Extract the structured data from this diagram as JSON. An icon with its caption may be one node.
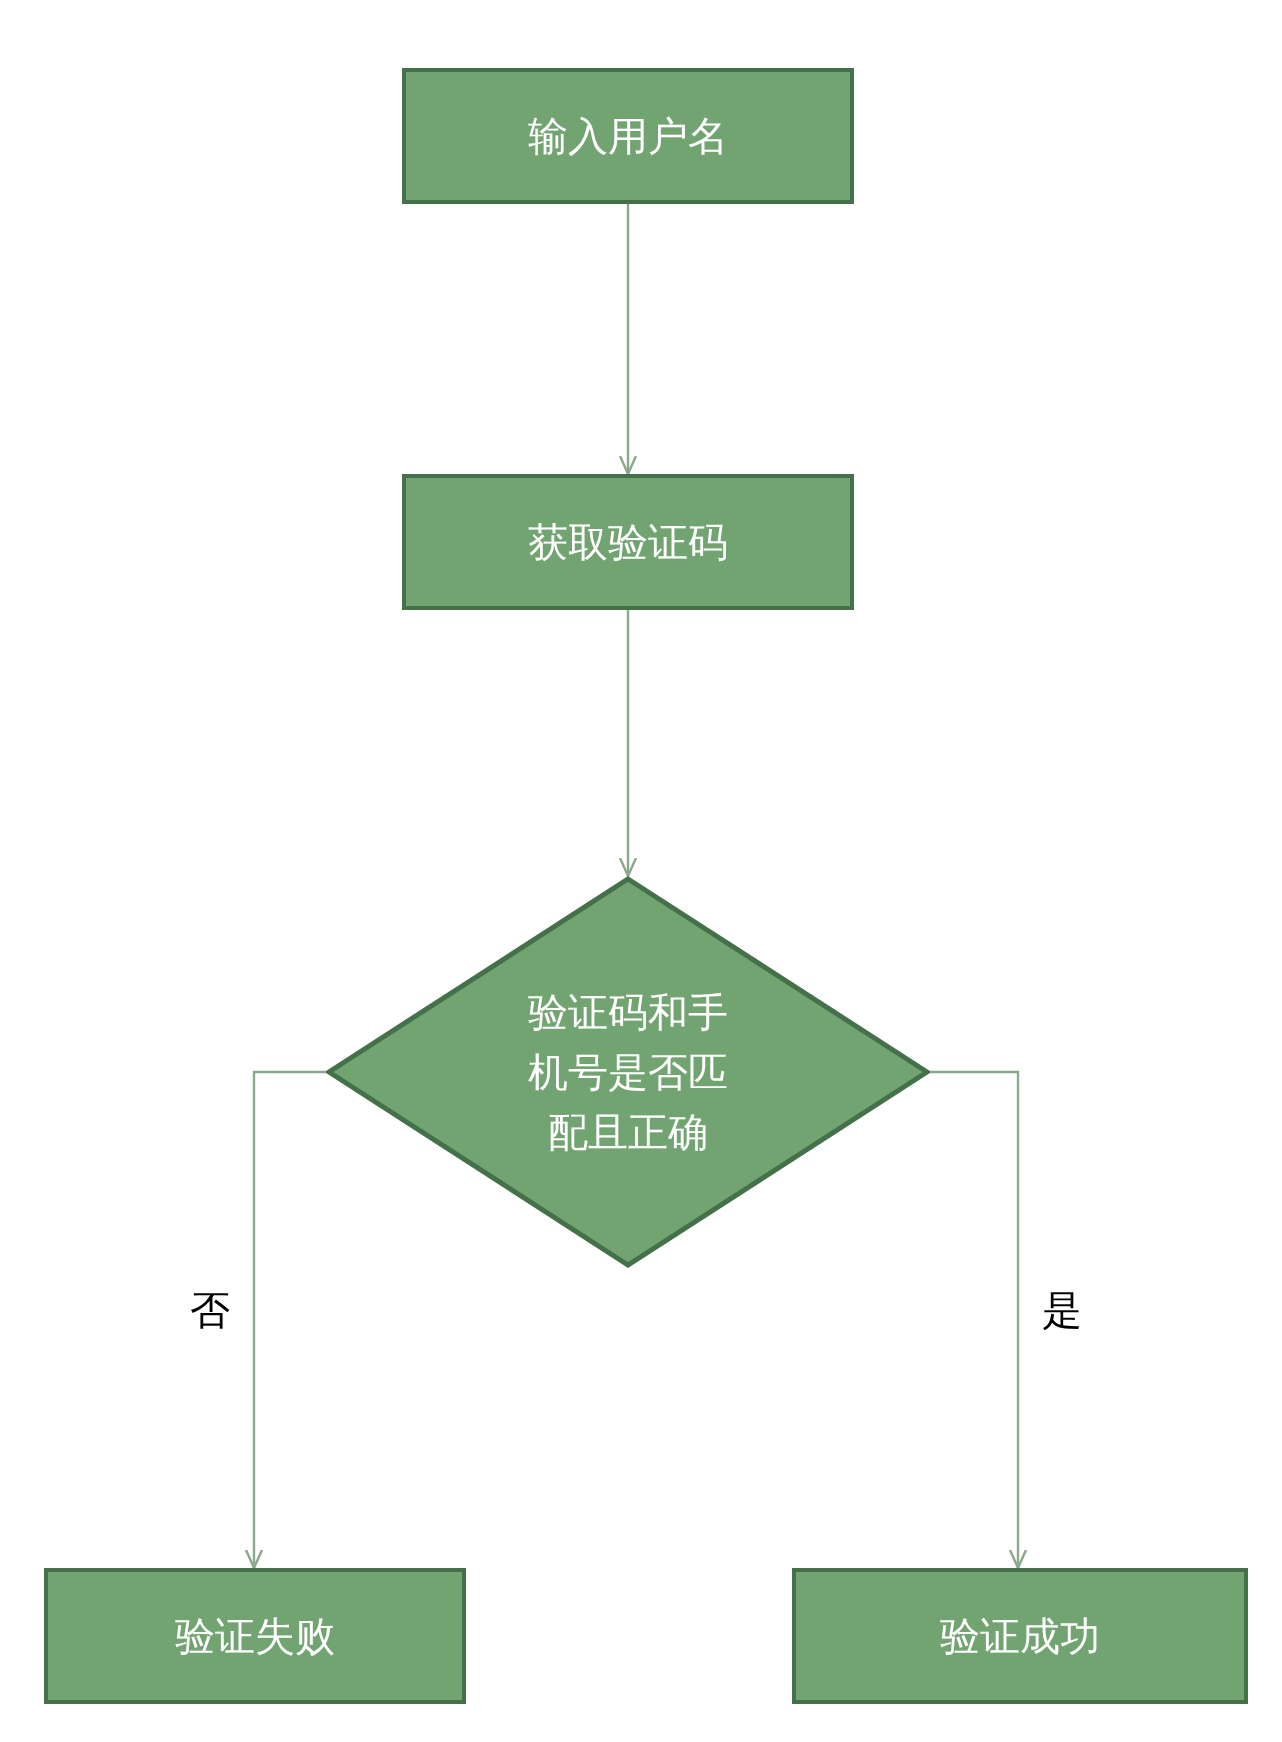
{
  "diagram": {
    "nodes": [
      {
        "text": [
          "输入用户名"
        ]
      },
      {
        "text": [
          "获取验证码"
        ]
      },
      {
        "text": [
          "验证码和手机号是否匹配且正确"
        ]
      },
      {
        "text": [
          "验证失败"
        ]
      },
      {
        "text": [
          "验证成功"
        ]
      }
    ],
    "edges": [
      {
        "from": 0,
        "to": 1,
        "arrow": "to"
      },
      {
        "from": 1,
        "to": 2,
        "arrow": "to"
      },
      {
        "from": 2,
        "to": 3,
        "arrow": "to",
        "label": "否"
      },
      {
        "from": 2,
        "to": 4,
        "arrow": "to",
        "label": "是"
      }
    ]
  }
}
